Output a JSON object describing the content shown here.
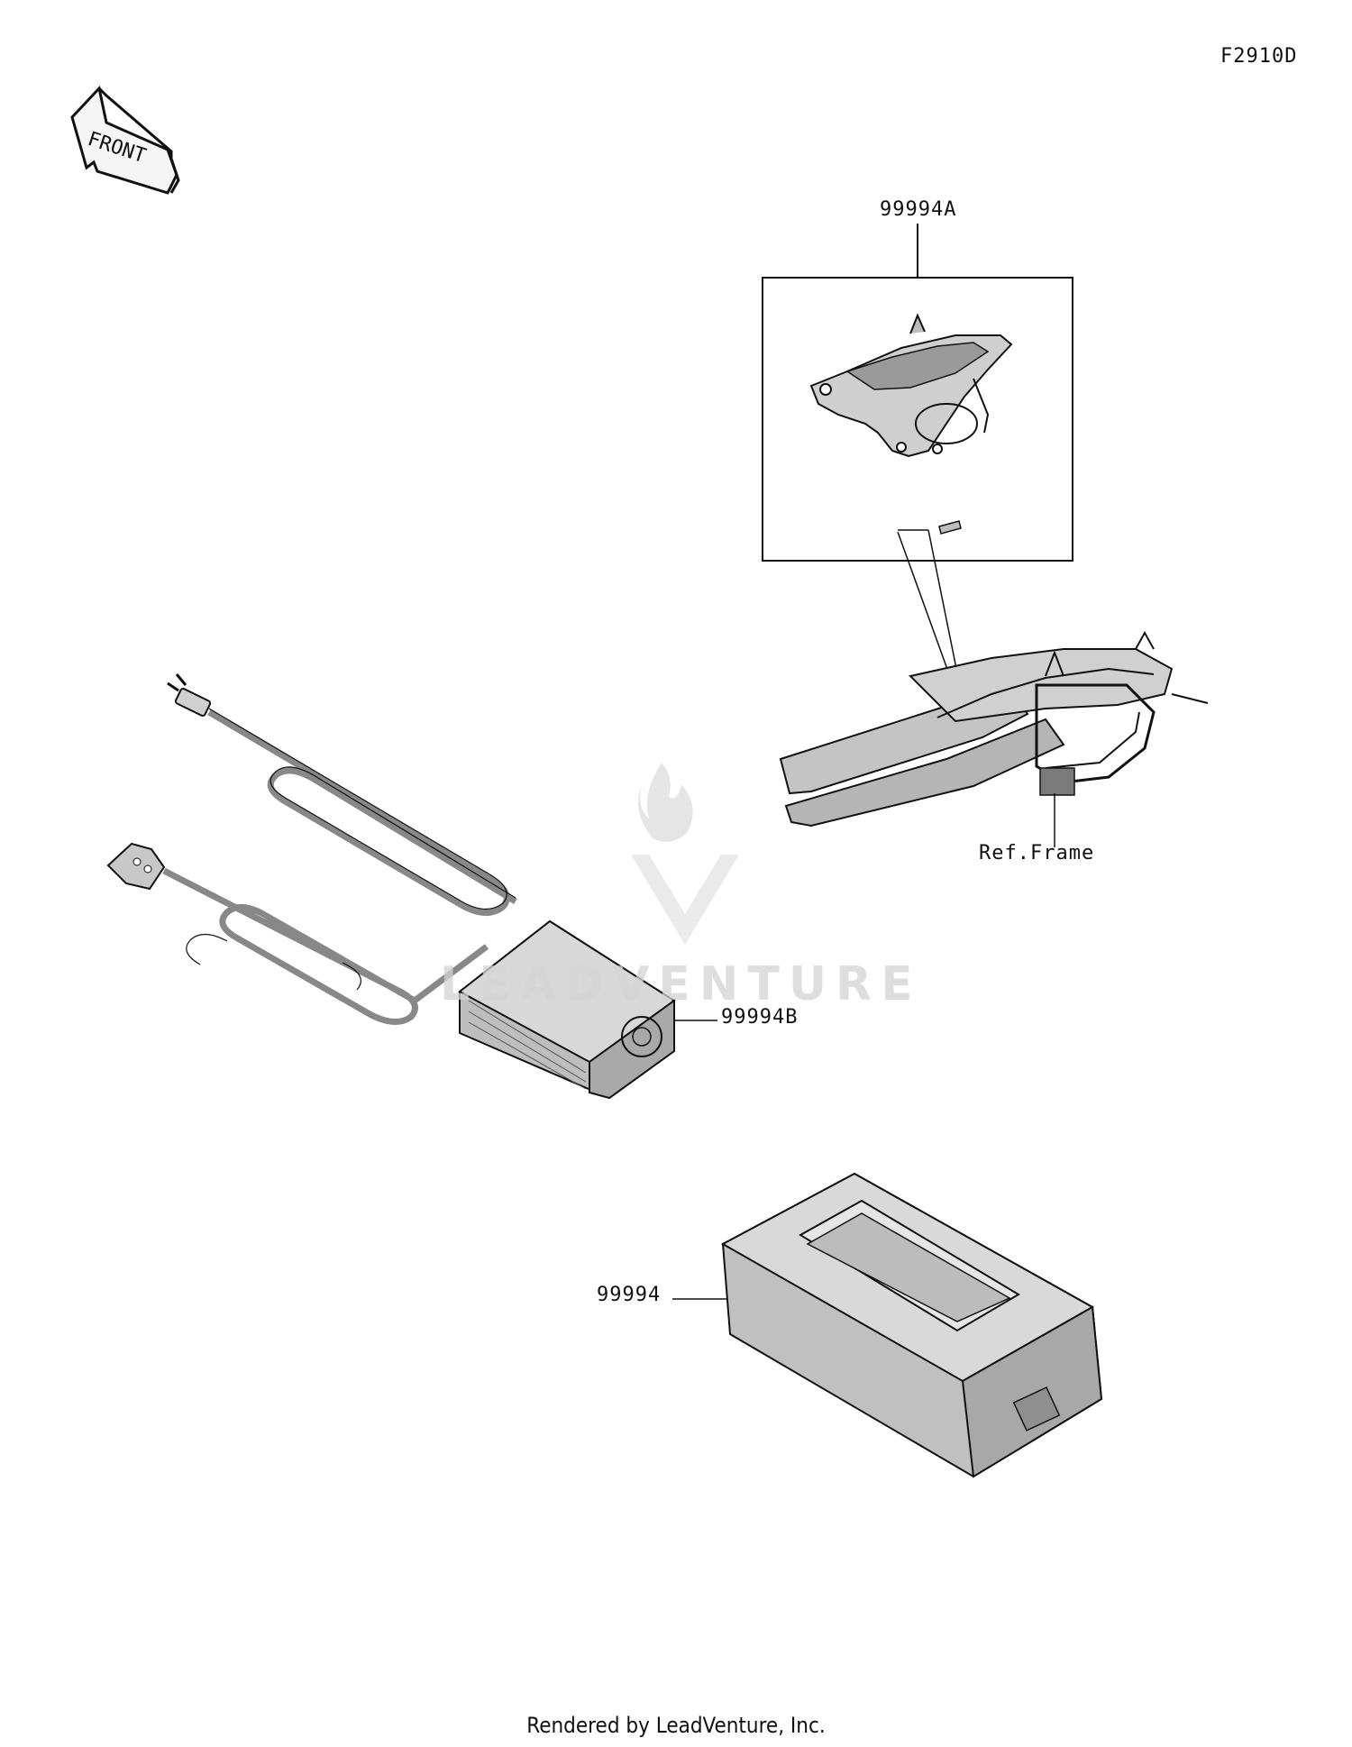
{
  "figure_id": "F2910D",
  "front_label": "FRONT",
  "watermark": "LEADVENTURE",
  "parts": {
    "adapter_kit": "99994A",
    "ref_frame": "Ref.Frame",
    "charger": "99994B",
    "dock": "99994"
  },
  "footer": "Rendered by LeadVenture, Inc."
}
